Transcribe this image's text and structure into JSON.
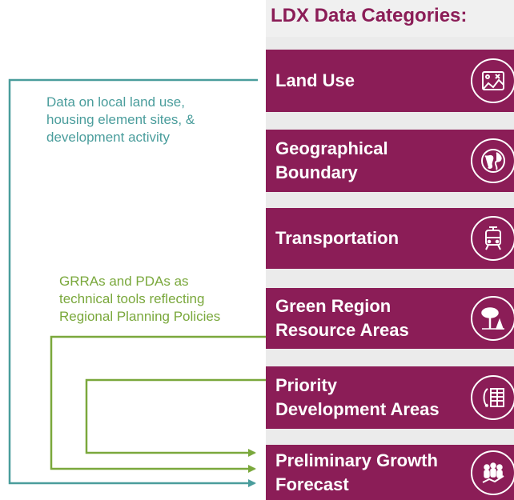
{
  "title": "LDX Data Categories:",
  "categories": [
    {
      "label": "Land Use",
      "icon": "map-icon"
    },
    {
      "label": "Geographical\nBoundary",
      "icon": "globe-icon"
    },
    {
      "label": "Transportation",
      "icon": "train-icon"
    },
    {
      "label": "Green Region\nResource Areas",
      "icon": "trees-icon"
    },
    {
      "label": "Priority\nDevelopment Areas",
      "icon": "buildings-icon"
    },
    {
      "label": "Preliminary Growth\nForecast",
      "icon": "people-growth-icon"
    }
  ],
  "notes": {
    "land_use": "Data on local land use,\nhousing element sites, &\ndevelopment activity",
    "policy": "GRRAs and PDAs as\ntechnical tools reflecting\nRegional Planning Policies"
  },
  "colors": {
    "category_fill": "#8b1d57",
    "title": "#8b1d57",
    "teal_connector": "#4a9d9c",
    "green_connector": "#7aa83c"
  }
}
